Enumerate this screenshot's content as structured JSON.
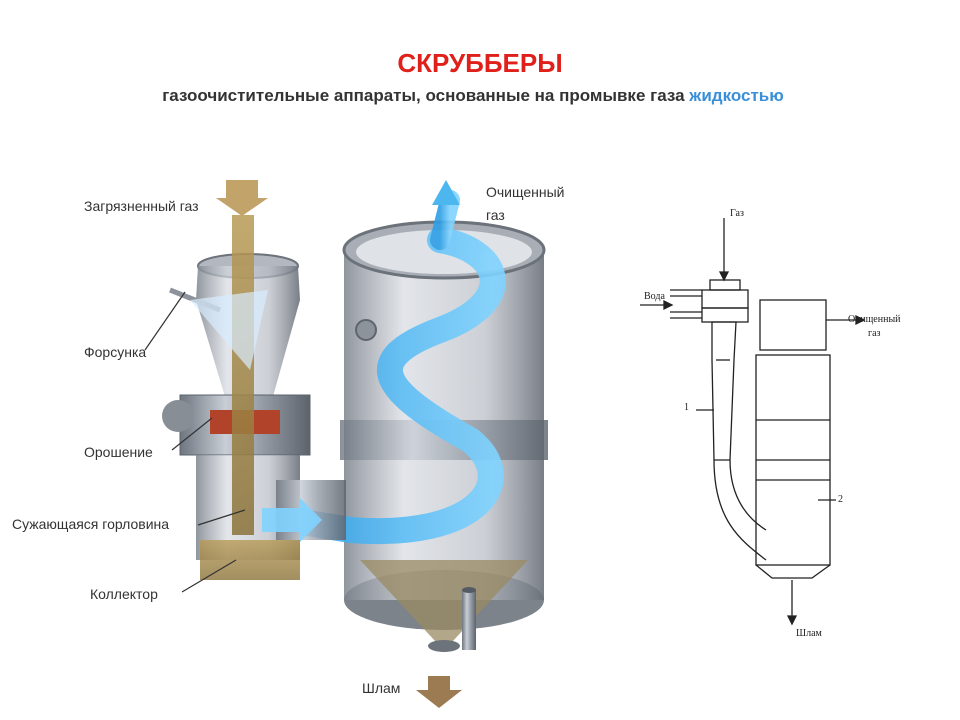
{
  "header": {
    "title": "СКРУББЕРЫ",
    "subtitle_main": "газоочистительные аппараты, основанные на промывке газа ",
    "subtitle_accent": "жидкостью",
    "accent_color": "#3a8fd8",
    "title_color": "#e0201b"
  },
  "left_diagram": {
    "labels": {
      "dirty_gas": "Загрязненный газ",
      "nozzle": "Форсунка",
      "irrigation": "Орошение",
      "throat": "Сужающаяся горловина",
      "collector": "Коллектор",
      "clean_gas_line1": "Очищенный",
      "clean_gas_line2": "газ",
      "sludge": "Шлам"
    }
  },
  "right_diagram": {
    "labels": {
      "gas": "Газ",
      "water": "Вода",
      "clean_gas_line1": "Очищенный",
      "clean_gas_line2": "газ",
      "sludge": "Шлам",
      "part1": "1",
      "part2": "2"
    }
  }
}
